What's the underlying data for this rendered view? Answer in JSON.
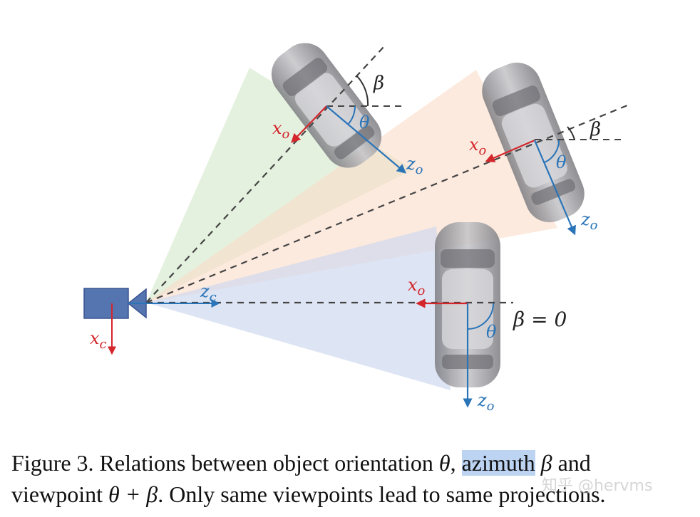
{
  "labels": {
    "camera_x": "x",
    "camera_x_sub": "c",
    "camera_z": "z",
    "camera_z_sub": "c",
    "obj_x": "x",
    "obj_x_sub": "o",
    "obj_z": "z",
    "obj_z_sub": "o",
    "theta": "θ",
    "beta": "β",
    "beta_zero": "β = 0"
  },
  "caption": {
    "part1": "Figure 3. Relations between object orientation ",
    "theta": "θ",
    "comma": ", ",
    "azimuth": "azimuth",
    "space": " ",
    "beta": "β",
    "part2": " and",
    "line2a": "viewpoint ",
    "theta_plus_beta": "θ + β",
    "line2b": ". Only same viewpoints lead to same projections."
  },
  "watermark": "知乎 @hervms",
  "colors": {
    "camera_blue": "#5575b0",
    "axis_red": "#d4262b",
    "axis_blue": "#2a74b8",
    "green_cone": "#cfe6c4",
    "orange_cone": "#fbd9c2",
    "blue_cone": "#cfd8ee",
    "car_gray": "#9a9a9f"
  }
}
